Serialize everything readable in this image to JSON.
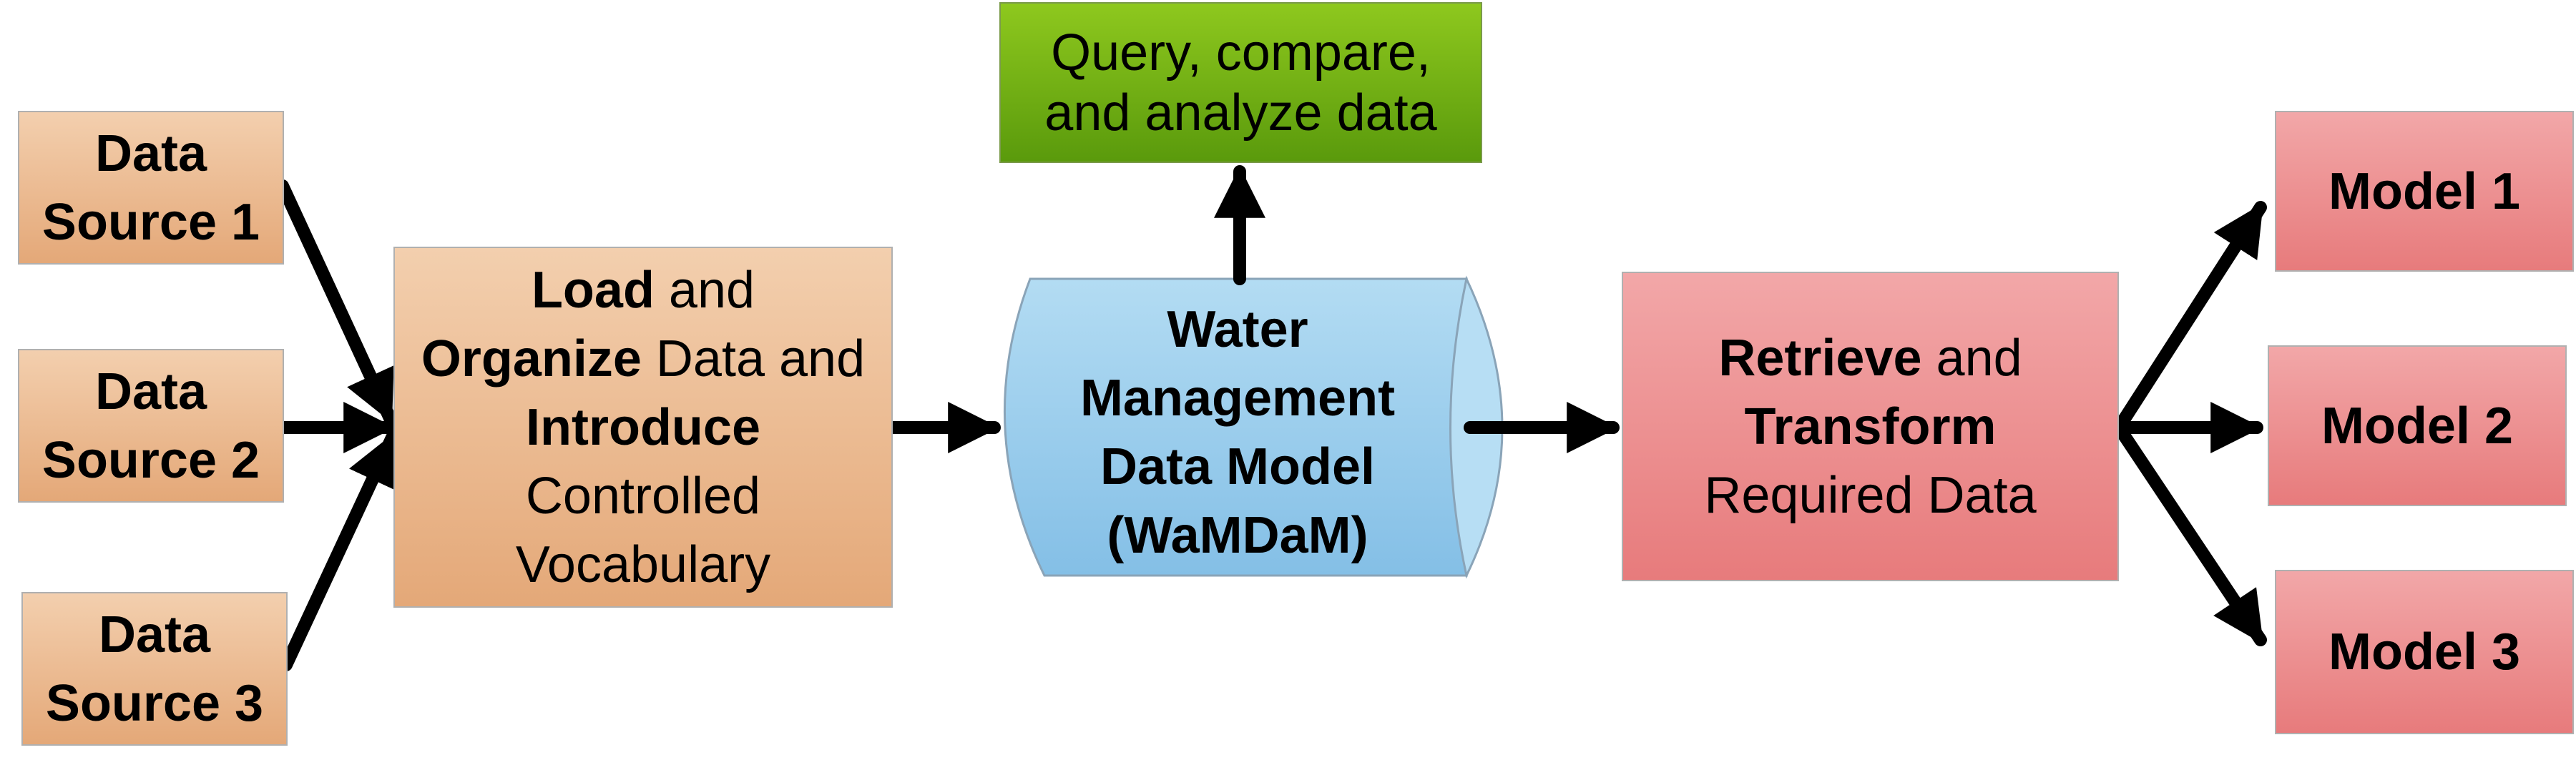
{
  "sources": [
    {
      "line1": "Data",
      "line2": "Source 1"
    },
    {
      "line1": "Data",
      "line2": "Source 2"
    },
    {
      "line1": "Data",
      "line2": "Source 3"
    }
  ],
  "load": {
    "w1": "Load",
    "w2": " and",
    "w3": "Organize",
    "w4": " Data and",
    "w5": "Introduce",
    "w6": "Controlled",
    "w7": "Vocabulary"
  },
  "query": {
    "line1": "Query, compare,",
    "line2": "and analyze data"
  },
  "wamdam": {
    "line1": "Water",
    "line2": "Management",
    "line3": "Data Model",
    "line4": "(WaMDaM)"
  },
  "retrieve": {
    "w1": "Retrieve",
    "w2": " and",
    "w3": "Transform",
    "w4": "Required Data"
  },
  "models": [
    "Model 1",
    "Model 2",
    "Model 3"
  ],
  "colors": {
    "source": "#e9b68c",
    "query": "#6fae13",
    "wamdam": "#9fd0ee",
    "retrieve": "#ec9192"
  }
}
